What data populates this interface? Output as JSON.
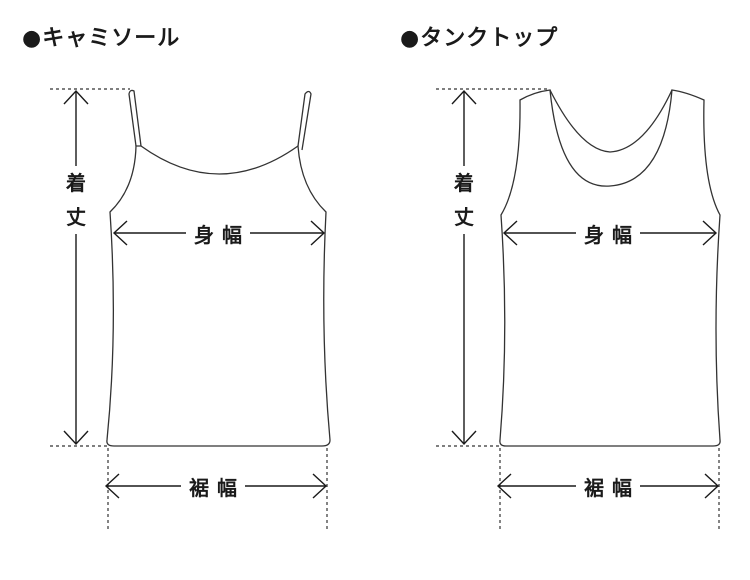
{
  "camisole": {
    "title": "●キャミソール",
    "length_label_1": "着",
    "length_label_2": "丈",
    "chest_label": "身幅",
    "hem_label": "裾幅"
  },
  "tanktop": {
    "title": "●タンクトップ",
    "length_label_1": "着",
    "length_label_2": "丈",
    "chest_label": "身幅",
    "hem_label": "裾幅"
  }
}
